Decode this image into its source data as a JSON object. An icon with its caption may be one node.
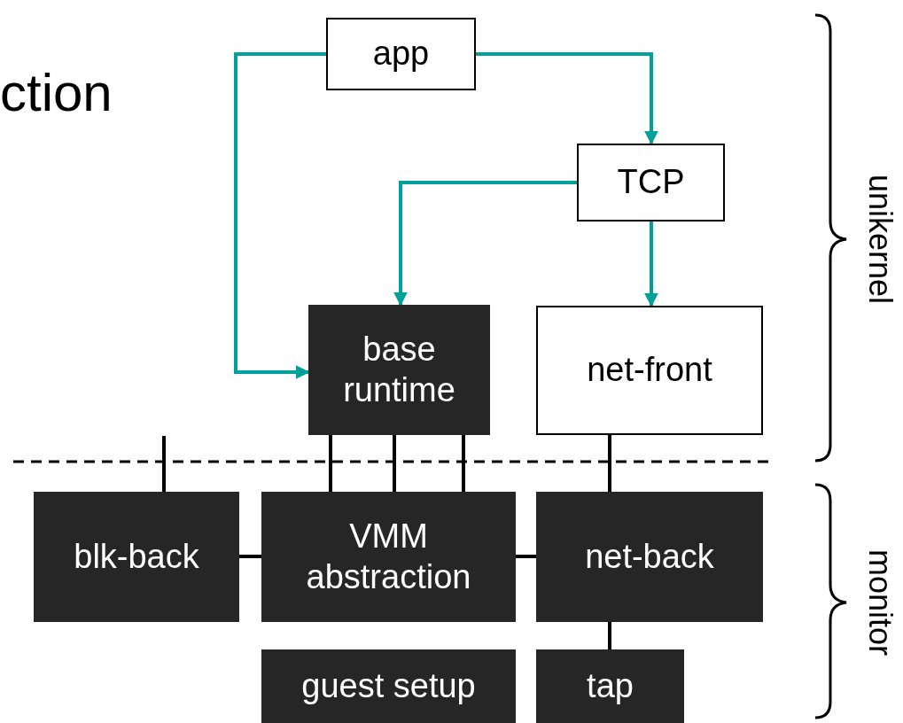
{
  "diagram": {
    "nodes": [
      {
        "text": [
          "app"
        ]
      },
      {
        "text": [
          "TCP"
        ]
      },
      {
        "text": [
          "base runtime"
        ]
      },
      {
        "text": [
          "net-front"
        ]
      },
      {
        "text": [
          "blk-back"
        ]
      },
      {
        "text": [
          "VMM abstraction"
        ]
      },
      {
        "text": [
          "net-back"
        ]
      },
      {
        "text": [
          "guest setup"
        ]
      },
      {
        "text": [
          "tap"
        ]
      }
    ],
    "edges": [
      {
        "from": 0,
        "to": 1,
        "arrow": "to",
        "color": "#00a19a"
      },
      {
        "from": 0,
        "to": 2,
        "arrow": "to",
        "color": "#00a19a"
      },
      {
        "from": 1,
        "to": 2,
        "arrow": "to",
        "color": "#00a19a"
      },
      {
        "from": 1,
        "to": 3,
        "arrow": "to",
        "color": "#00a19a"
      },
      {
        "from": 2,
        "to": 5,
        "arrow": "none"
      },
      {
        "from": 2,
        "to": 5,
        "arrow": "none"
      },
      {
        "from": 2,
        "to": 5,
        "arrow": "none"
      },
      {
        "from": 3,
        "to": 6,
        "arrow": "none"
      },
      {
        "from": null,
        "to": 4,
        "arrow": "none"
      },
      {
        "from": 4,
        "to": 5,
        "arrow": "none"
      },
      {
        "from": 5,
        "to": 6,
        "arrow": "none"
      },
      {
        "from": 6,
        "to": 8,
        "arrow": "none"
      }
    ],
    "labels": [
      "ction",
      "unikernel",
      "monitor"
    ]
  }
}
